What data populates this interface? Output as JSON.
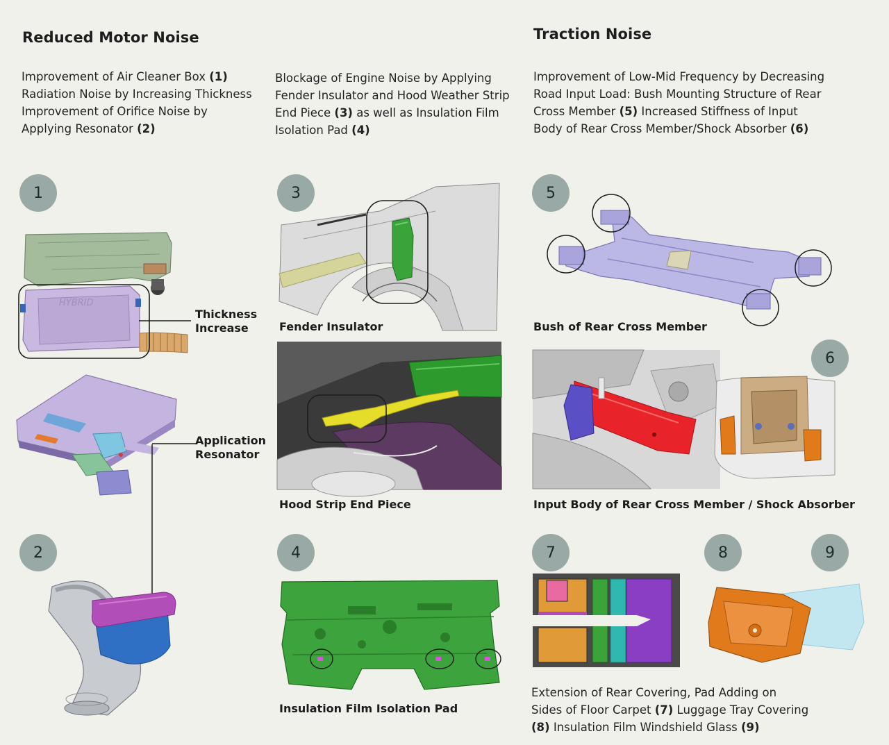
{
  "sections": {
    "motor_title": "Reduced Motor Noise",
    "traction_title": "Traction Noise"
  },
  "descriptions": {
    "col1": {
      "l1": "Improvement of Air Cleaner Box ",
      "r1": "(1)",
      "l2": "Radiation Noise by Increasing Thickness",
      "l3": "Improvement of Orifice Noise by",
      "l4": "Applying Resonator ",
      "r4": "(2)"
    },
    "col2": {
      "l1": "Blockage of Engine Noise by Applying",
      "l2": "Fender Insulator and Hood Weather Strip",
      "l3a": "End Piece ",
      "r3a": "(3)",
      "l3b": " as well as Insulation Film",
      "l4": "Isolation Pad ",
      "r4": "(4)"
    },
    "col3": {
      "l1": "Improvement of Low-Mid Frequency by Decreasing",
      "l2": "Road Input Load: Bush Mounting Structure of Rear",
      "l3a": "Cross Member ",
      "r3a": "(5)",
      "l3b": " Increased Stiffness of Input",
      "l4": "Body of Rear Cross Member/Shock Absorber ",
      "r4": "(6)"
    }
  },
  "badges": [
    "1",
    "2",
    "3",
    "4",
    "5",
    "6",
    "7",
    "8",
    "9"
  ],
  "callouts": {
    "thickness_l1": "Thickness",
    "thickness_l2": "Increase",
    "resonator_l1": "Application",
    "resonator_l2": "Resonator"
  },
  "captions": {
    "fender": "Fender Insulator",
    "hood": "Hood Strip End Piece",
    "pad": "Insulation Film Isolation Pad",
    "bush": "Bush of Rear Cross Member",
    "input_body": "Input Body of Rear Cross Member / Shock Absorber"
  },
  "bottom_text": {
    "l1": "Extension of Rear Covering, Pad Adding on",
    "l2a": "Sides of Floor Carpet ",
    "r2a": "(7)",
    "l2b": " Luggage Tray Covering",
    "r3a": "(8)",
    "l3b": " Insulation Film Windshield Glass ",
    "r3c": "(9)"
  },
  "part_labels": {
    "hybrid": "HYBRID"
  },
  "colors": {
    "background": "#f1f1ec",
    "badge": "#99a9a5",
    "air_box_green": "#9fb89a",
    "air_box_purple": "#c8b7dc",
    "resonator_magenta": "#b04cb5",
    "resonator_blue": "#2d6fc1",
    "pad_green": "#3aa33a",
    "frame_lavender": "#b9b5e6",
    "member_red": "#e8242a",
    "accent_orange": "#e07a1b",
    "glass_cyan": "#bfe6f2"
  }
}
